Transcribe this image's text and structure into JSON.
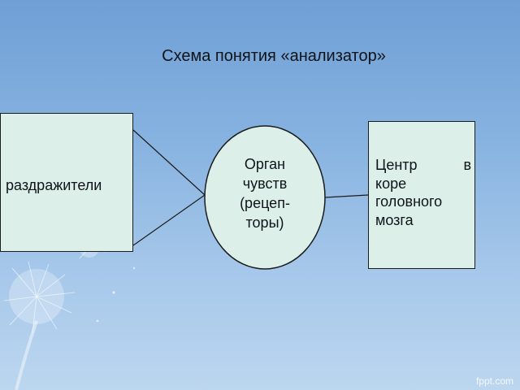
{
  "title": "Схема понятия «анализатор»",
  "nodes": {
    "stimuli": "раздражители",
    "organ": [
      "Орган",
      "чувств",
      "(рецеп-",
      "торы)"
    ],
    "center": {
      "line1_word1": "Центр",
      "line1_word2": "в",
      "line2": "коре",
      "line3": "головного",
      "line4": "мозга"
    }
  },
  "watermark": "fppt.com",
  "colors": {
    "box_fill": "#dcefe9",
    "outline": "#1c1c1c",
    "background_top": "#6f9fd6",
    "background_bottom": "#bcd6ef"
  }
}
